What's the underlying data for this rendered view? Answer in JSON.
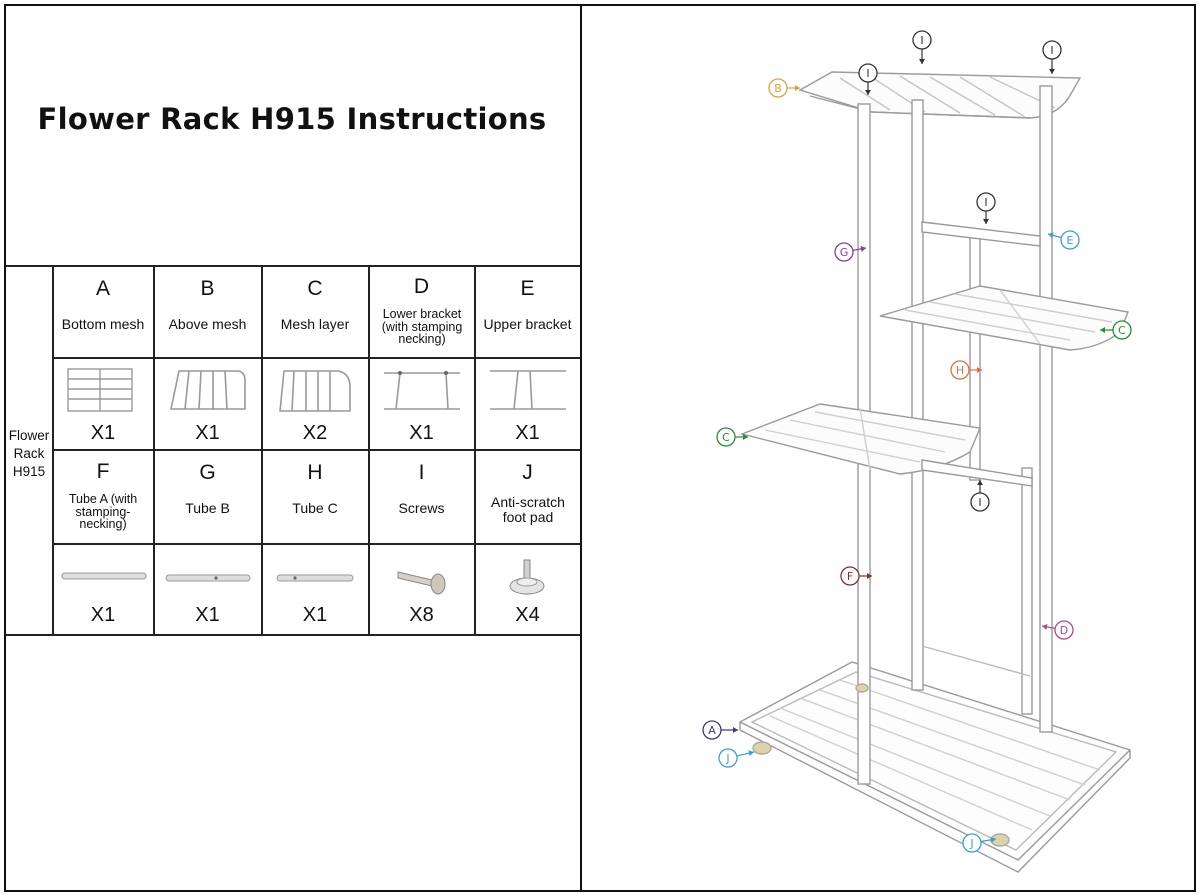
{
  "title": "Flower Rack H915 Instructions",
  "row_label": [
    "Flower",
    "Rack",
    "H915"
  ],
  "parts_row1": [
    {
      "letter": "A",
      "name": "Bottom mesh",
      "qty": "X1",
      "icon": "bottom-mesh-icon"
    },
    {
      "letter": "B",
      "name": "Above mesh",
      "qty": "X1",
      "icon": "above-mesh-icon"
    },
    {
      "letter": "C",
      "name": "Mesh layer",
      "qty": "X2",
      "icon": "mesh-layer-icon"
    },
    {
      "letter": "D",
      "name": "Lower bracket (with stamping necking)",
      "qty": "X1",
      "icon": "lower-bracket-icon"
    },
    {
      "letter": "E",
      "name": "Upper bracket",
      "qty": "X1",
      "icon": "upper-bracket-icon"
    }
  ],
  "parts_row2": [
    {
      "letter": "F",
      "name": "Tube A (with stamping-necking)",
      "qty": "X1",
      "icon": "tube-a-icon"
    },
    {
      "letter": "G",
      "name": "Tube B",
      "qty": "X1",
      "icon": "tube-b-icon"
    },
    {
      "letter": "H",
      "name": "Tube C",
      "qty": "X1",
      "icon": "tube-c-icon"
    },
    {
      "letter": "I",
      "name": "Screws",
      "qty": "X8",
      "icon": "screw-icon"
    },
    {
      "letter": "J",
      "name": "Anti-scratch foot pad",
      "qty": "X4",
      "icon": "foot-pad-icon"
    }
  ],
  "callouts": [
    {
      "letter": "I",
      "color": "#333333"
    },
    {
      "letter": "I",
      "color": "#333333"
    },
    {
      "letter": "I",
      "color": "#333333"
    },
    {
      "letter": "B",
      "color": "#e0a040"
    },
    {
      "letter": "I",
      "color": "#333333"
    },
    {
      "letter": "E",
      "color": "#3aa0d0"
    },
    {
      "letter": "G",
      "color": "#8a3aa0"
    },
    {
      "letter": "C",
      "color": "#2a8a3a"
    },
    {
      "letter": "H",
      "color": "#e07040"
    },
    {
      "letter": "C",
      "color": "#2a8a3a"
    },
    {
      "letter": "I",
      "color": "#333333"
    },
    {
      "letter": "F",
      "color": "#8a2a2a"
    },
    {
      "letter": "D",
      "color": "#b04a8a"
    },
    {
      "letter": "A",
      "color": "#3a3a8a"
    },
    {
      "letter": "J",
      "color": "#3aa0d0"
    },
    {
      "letter": "J",
      "color": "#3aa0d0"
    }
  ]
}
